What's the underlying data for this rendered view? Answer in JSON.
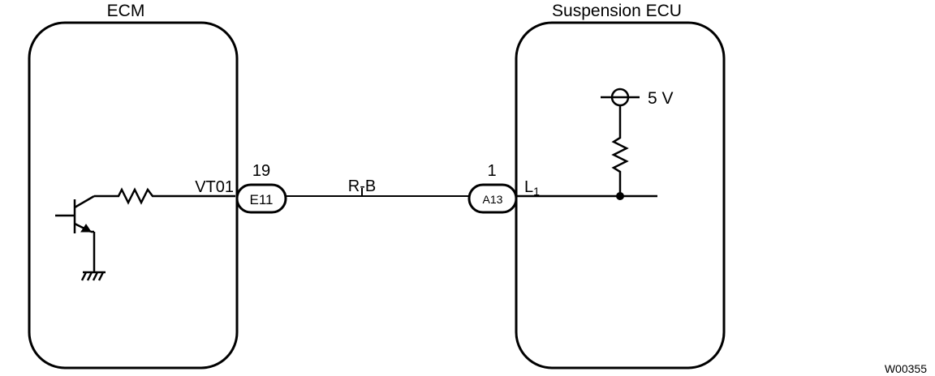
{
  "modules": {
    "left": {
      "name": "ECM"
    },
    "right": {
      "name": "Suspension ECU"
    }
  },
  "terminals": {
    "left_pin": "19",
    "left_terminal_name": "VT01",
    "left_connector": "E11",
    "right_pin": "1",
    "right_terminal_name_main": "L",
    "right_terminal_name_sub": "1",
    "right_connector": "A13"
  },
  "wire": {
    "color_code": "R-B"
  },
  "supply": {
    "label": "5 V"
  },
  "figure_code": "W00355",
  "icons": {
    "transistor": "npn-transistor-icon",
    "ground": "ground-icon",
    "resistor": "resistor-icon",
    "voltage_source": "voltage-source-icon",
    "junction": "junction-dot-icon"
  }
}
